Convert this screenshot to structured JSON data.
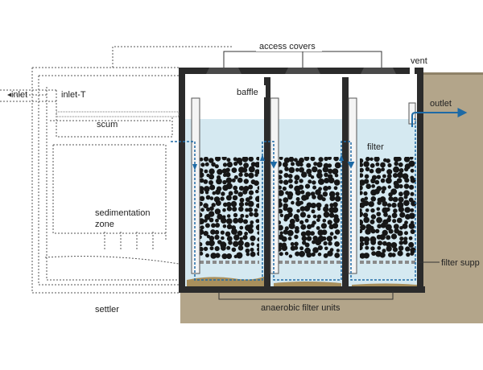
{
  "labels": {
    "access_covers": "access covers",
    "vent": "vent",
    "inlet": "inlet",
    "inlet_t": "inlet-T",
    "baffle": "baffle",
    "outlet": "outlet",
    "scum": "scum",
    "filter": "filter",
    "sedimentation": "sedimentation",
    "zone": "zone",
    "filter_support": "filter supp",
    "settler": "settler",
    "anaerobic_filter_units": "anaerobic filter units"
  },
  "colors": {
    "water": "#d5e9f1",
    "soil": "#b3a58a",
    "tank_wall": "#2b2b2b",
    "flow_arrow": "#1e6aa5",
    "sludge": "#a88f5c",
    "media": "#161616"
  }
}
